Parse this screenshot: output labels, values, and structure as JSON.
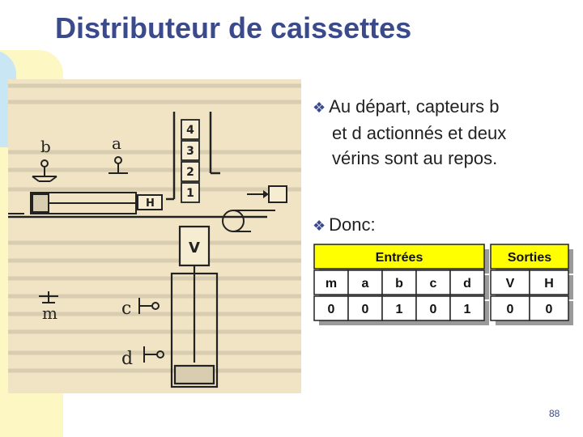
{
  "slide": {
    "title": "Distributeur de caissettes",
    "bullet1_line1": "Au départ, capteurs b",
    "bullet1_line2": "et d actionnés et deux",
    "bullet1_line3": "vérins sont au repos.",
    "bullet2": "Donc:",
    "page_number": "88"
  },
  "diagram": {
    "labels": {
      "b": "b",
      "a": "a",
      "H": "H",
      "V": "V",
      "c": "c",
      "d": "d",
      "m": "m",
      "stack": [
        "4",
        "3",
        "2",
        "1"
      ]
    }
  },
  "truth_table": {
    "group_inputs": "Entrées",
    "group_outputs": "Sorties",
    "headers": [
      "m",
      "a",
      "b",
      "c",
      "d",
      "V",
      "H"
    ],
    "values": [
      "0",
      "0",
      "1",
      "0",
      "1",
      "0",
      "0"
    ]
  },
  "colors": {
    "title": "#3a4a8a",
    "table_header": "#ffff00",
    "scan_background": "#f1e4c4",
    "accent_bar": "#fdf7c4"
  }
}
